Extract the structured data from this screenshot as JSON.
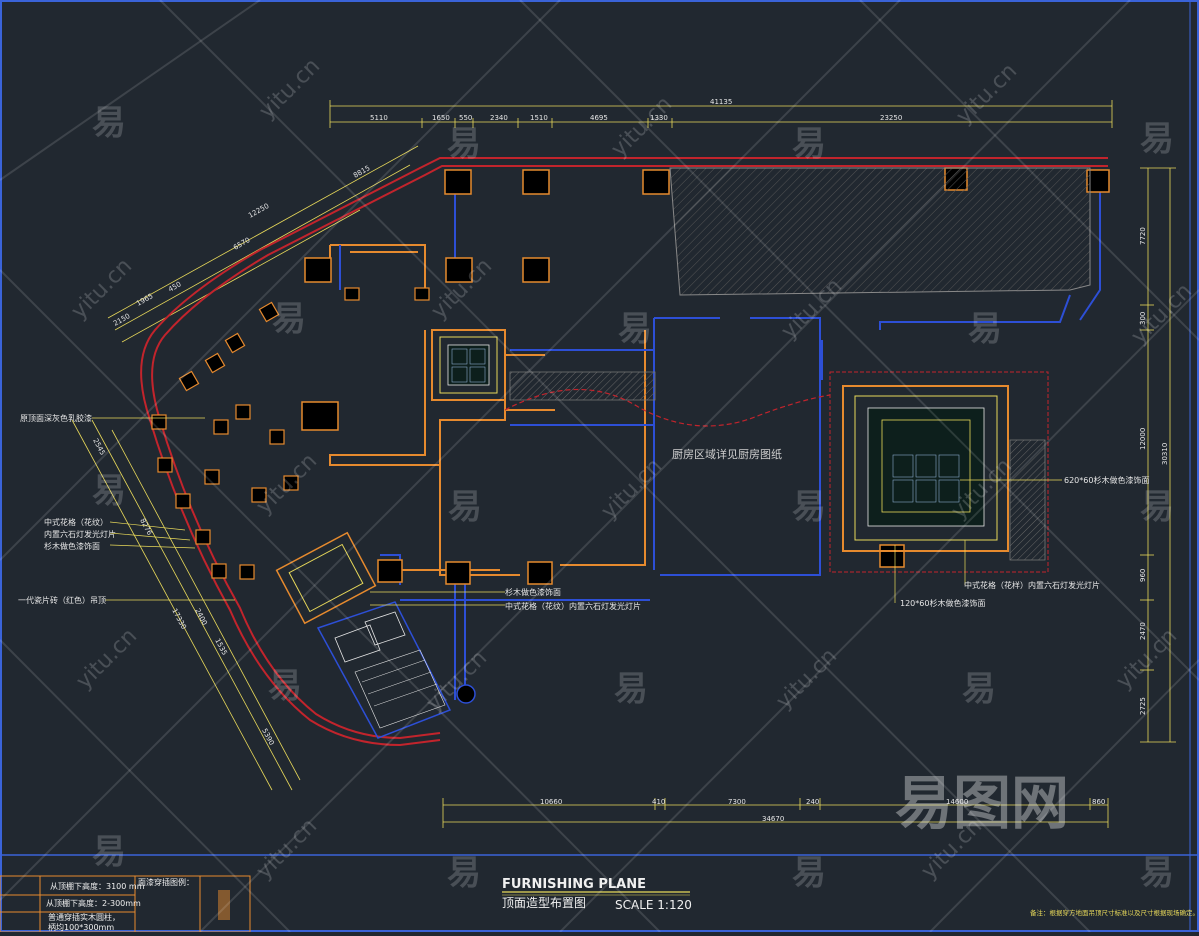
{
  "title_block": {
    "title_en": "FURNISHING PLANE",
    "title_cn": "顶面造型布置图",
    "scale": "SCALE  1:120"
  },
  "note_bottom_right": "备注：根据穿方地面吊顶尺寸标准以及尺寸根据现场确定。",
  "legend_table": {
    "rows": [
      "从顶棚下高度：3100 mm",
      "从顶棚下高度：2-300mm",
      "普通穿插实木圆柱，",
      "柄均100*300mm"
    ],
    "header": "面漆穿插图例："
  },
  "kitchen_label": "厨房区域详见厨房图纸",
  "annotations": {
    "left_1": "原顶面深灰色乳胶漆",
    "left_2": "中式花格（花纹）",
    "left_3": "内置六石灯发光灯片",
    "left_4": "杉木做色漆饰面",
    "left_5": "一代瓷片砖（红色）吊顶",
    "center_1": "杉木做色漆饰面",
    "center_2": "中式花格（花纹）内置六石灯发光灯片",
    "right_1": "620*60杉木做色漆饰面",
    "right_2": "中式花格（花样）内置六石灯发光灯片",
    "right_3": "120*60杉木做色漆饰面"
  },
  "dimensions": {
    "top_total": "41135",
    "top_segments": [
      "5110",
      "1650",
      "550",
      "2340",
      "1510",
      "4695",
      "1330",
      "23250"
    ],
    "bottom_segments": [
      "10660",
      "410",
      "7300",
      "240",
      "14600",
      "860"
    ],
    "bottom_total": "34670",
    "right_total": "30310",
    "right_segments": [
      "7720",
      "300",
      "12000",
      "960",
      "2470",
      "2725"
    ],
    "diagonal_top": [
      "8815",
      "12250",
      "6570",
      "1965",
      "450",
      "2150"
    ],
    "diagonal_left": [
      "2545",
      "8276",
      "17330",
      "2400",
      "1535",
      "5390"
    ]
  },
  "watermarks": {
    "glyph": "易",
    "site": "yitu.cn",
    "brand": "易图网"
  }
}
